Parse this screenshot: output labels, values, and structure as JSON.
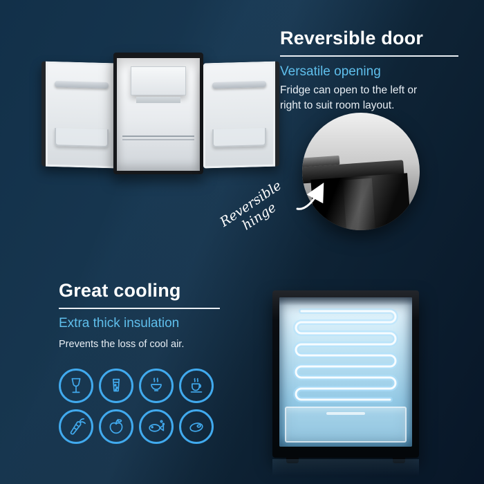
{
  "colors": {
    "background": "#0e2436",
    "accent_blue": "#41aaee",
    "subtitle_blue": "#5fbfec",
    "text_white": "#e9eff5",
    "underline_white": "#e9eef3"
  },
  "reversible": {
    "title": "Reversible door",
    "subtitle": "Versatile opening",
    "body_line1": "Fridge can open to the left or",
    "body_line2": "right to suit room layout.",
    "annotation_line1": "Reversible",
    "annotation_line2": "hinge"
  },
  "cooling": {
    "title": "Great cooling",
    "subtitle": "Extra thick insulation",
    "body": "Prevents the loss of cool air.",
    "icons": [
      "wine-glass",
      "cold-drink",
      "steaming-bowl",
      "coffee-cup",
      "carrot",
      "apple",
      "fish",
      "meat"
    ]
  }
}
